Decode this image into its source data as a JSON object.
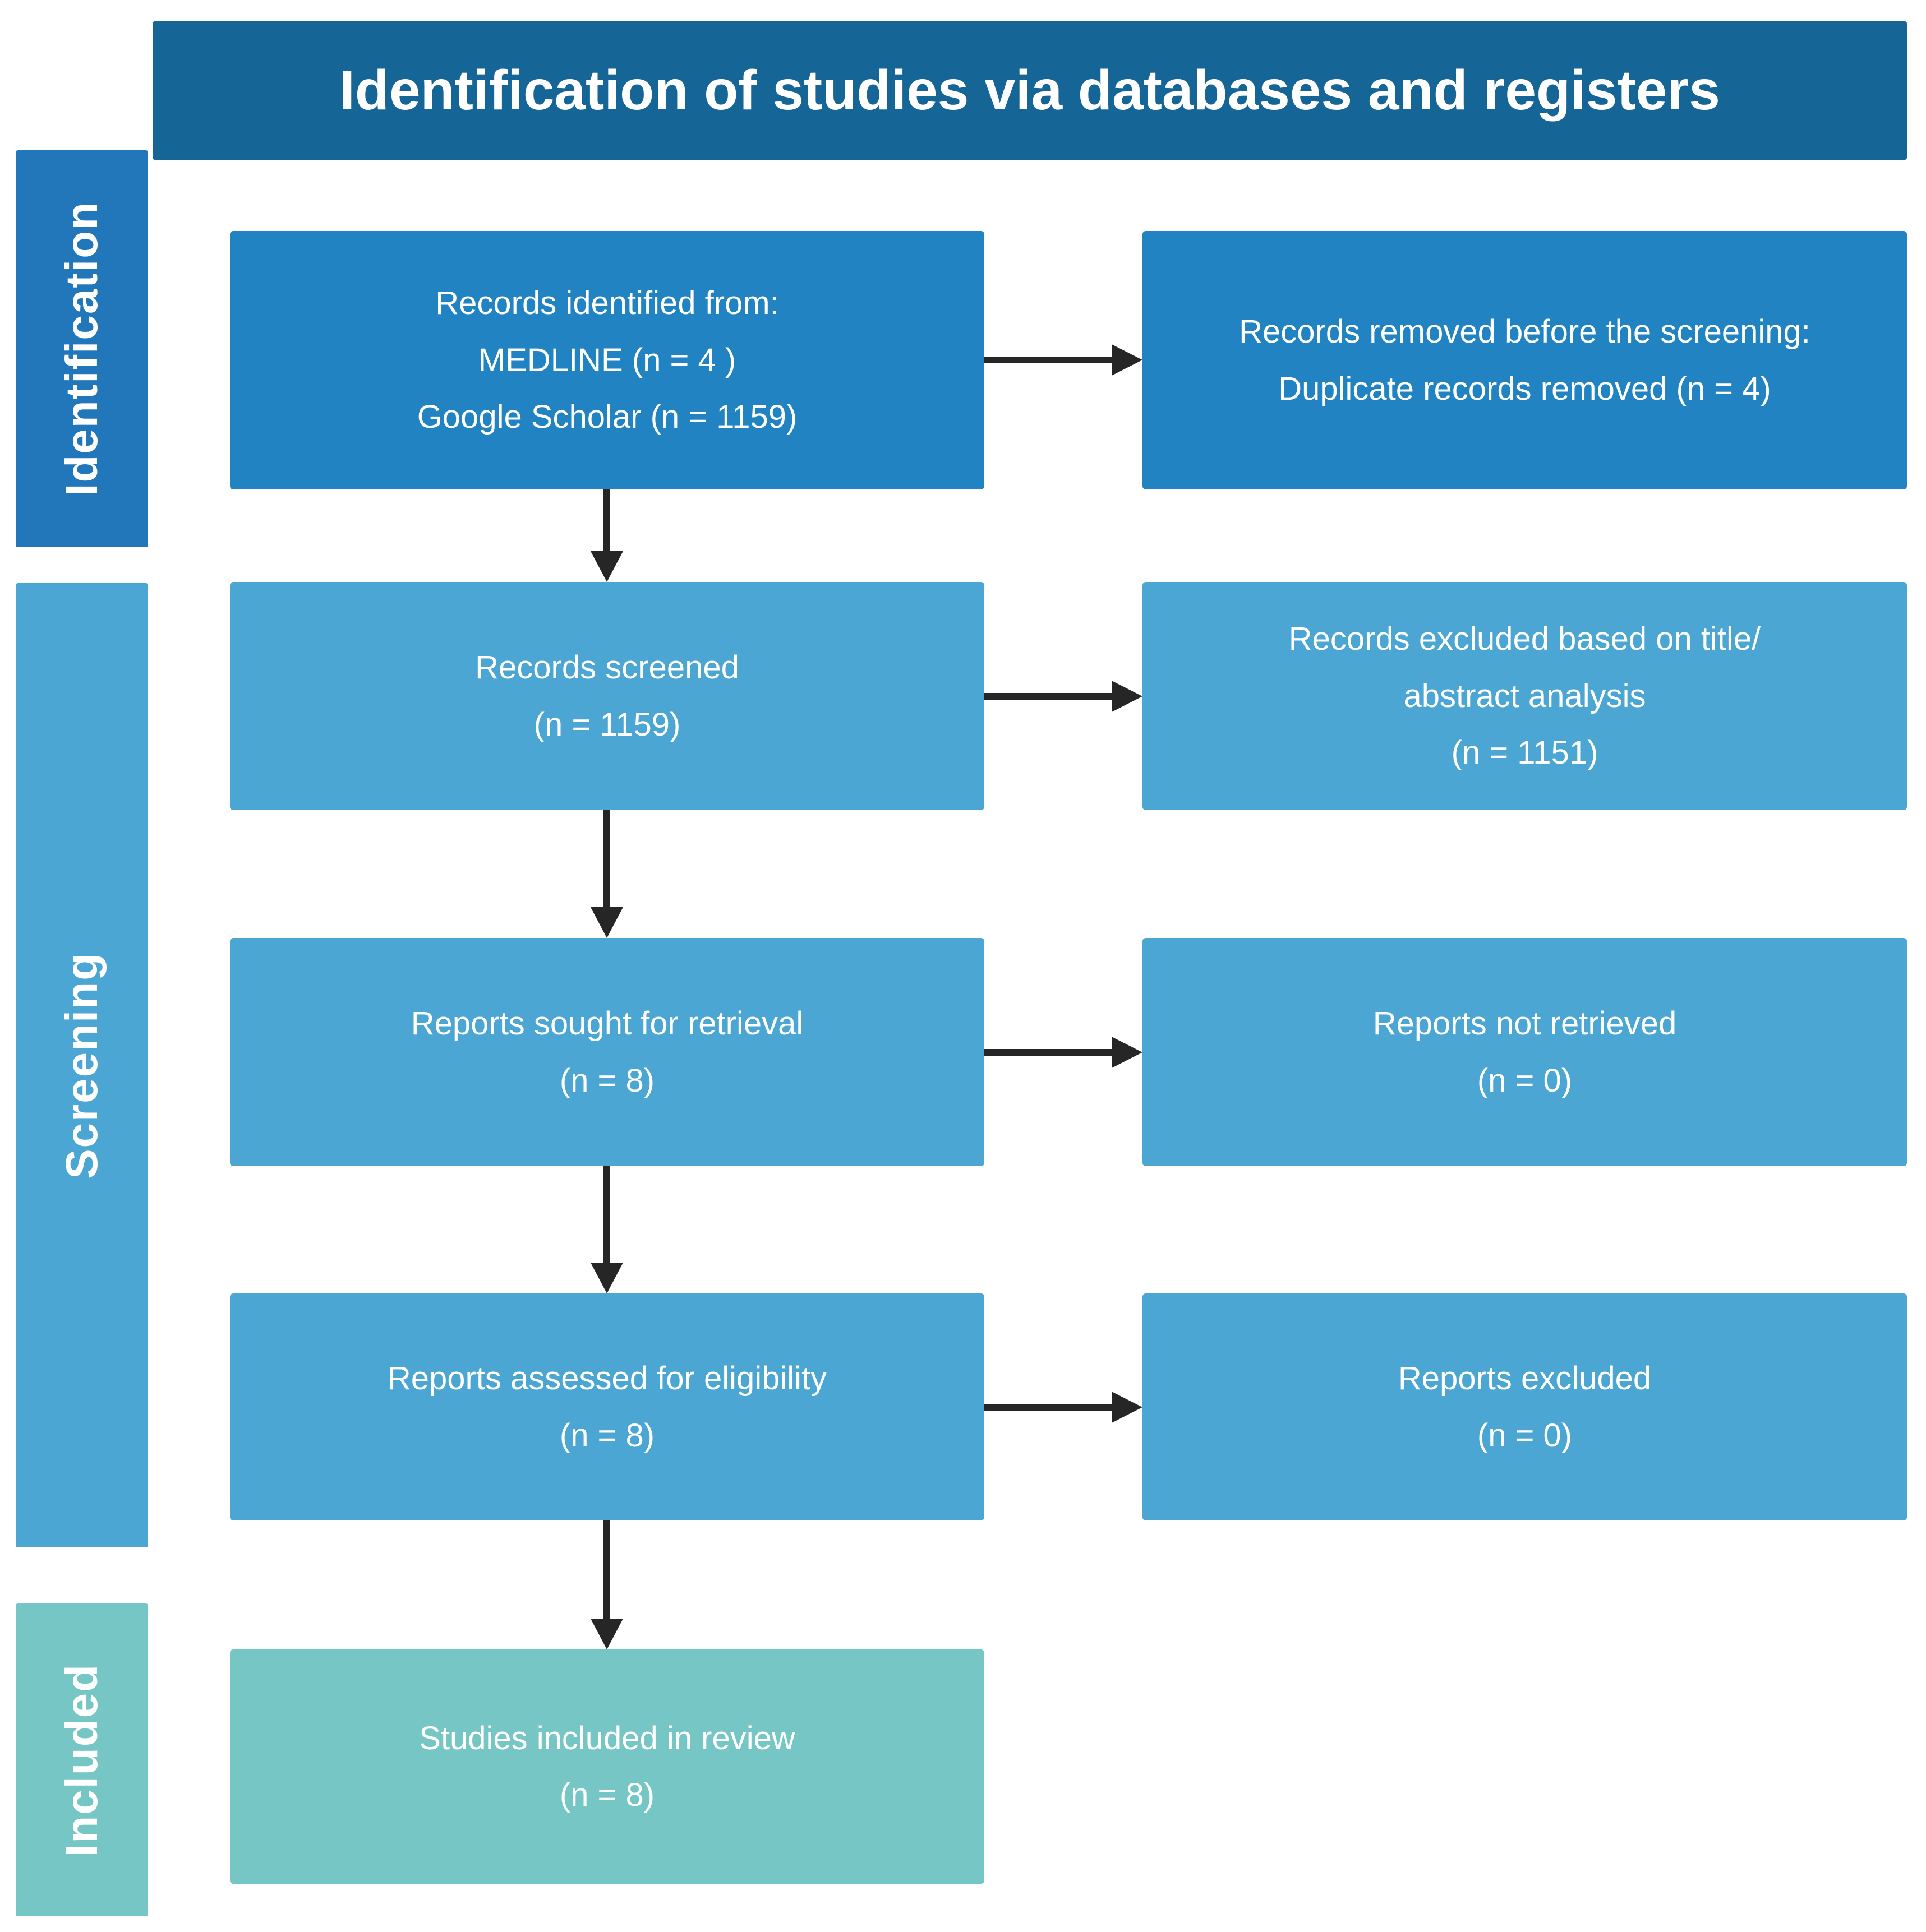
{
  "title": "Identification of studies via databases and registers",
  "sidebar": {
    "stages": [
      {
        "label": "Identification"
      },
      {
        "label": "Screening"
      },
      {
        "label": "Included"
      }
    ]
  },
  "flow": {
    "left_column": [
      {
        "id": "records-identified",
        "text": "Records identified from:\nMEDLINE (n = 4 )\nGoogle Scholar (n = 1159)"
      },
      {
        "id": "records-screened",
        "text": "Records screened\n(n = 1159)"
      },
      {
        "id": "reports-sought",
        "text": "Reports sought for retrieval\n(n = 8)"
      },
      {
        "id": "reports-assessed",
        "text": "Reports assessed for eligibility\n(n = 8)"
      },
      {
        "id": "studies-included",
        "text": "Studies included in review\n(n = 8)"
      }
    ],
    "right_column": [
      {
        "id": "records-removed",
        "text": "Records removed before the screening:\nDuplicate records removed (n = 4)"
      },
      {
        "id": "records-excluded",
        "text": "Records excluded based on title/\nabstract analysis\n(n = 1151)"
      },
      {
        "id": "reports-not-retrieved",
        "text": "Reports not retrieved\n(n = 0)"
      },
      {
        "id": "reports-excluded",
        "text": "Reports excluded\n(n = 0)"
      }
    ],
    "connections": [
      {
        "from": "records-identified",
        "to": "records-removed",
        "direction": "right"
      },
      {
        "from": "records-identified",
        "to": "records-screened",
        "direction": "down"
      },
      {
        "from": "records-screened",
        "to": "records-excluded",
        "direction": "right"
      },
      {
        "from": "records-screened",
        "to": "reports-sought",
        "direction": "down"
      },
      {
        "from": "reports-sought",
        "to": "reports-not-retrieved",
        "direction": "right"
      },
      {
        "from": "reports-sought",
        "to": "reports-assessed",
        "direction": "down"
      },
      {
        "from": "reports-assessed",
        "to": "reports-excluded",
        "direction": "right"
      },
      {
        "from": "reports-assessed",
        "to": "studies-included",
        "direction": "down"
      }
    ]
  },
  "colors": {
    "title_bar": "#156596",
    "identification_label": "#2177B9",
    "primary_box": "#2183C1",
    "secondary_box": "#4BA6D3",
    "included_box": "#77C6C6",
    "arrow": "#262626",
    "text": "#FFFFFF"
  }
}
